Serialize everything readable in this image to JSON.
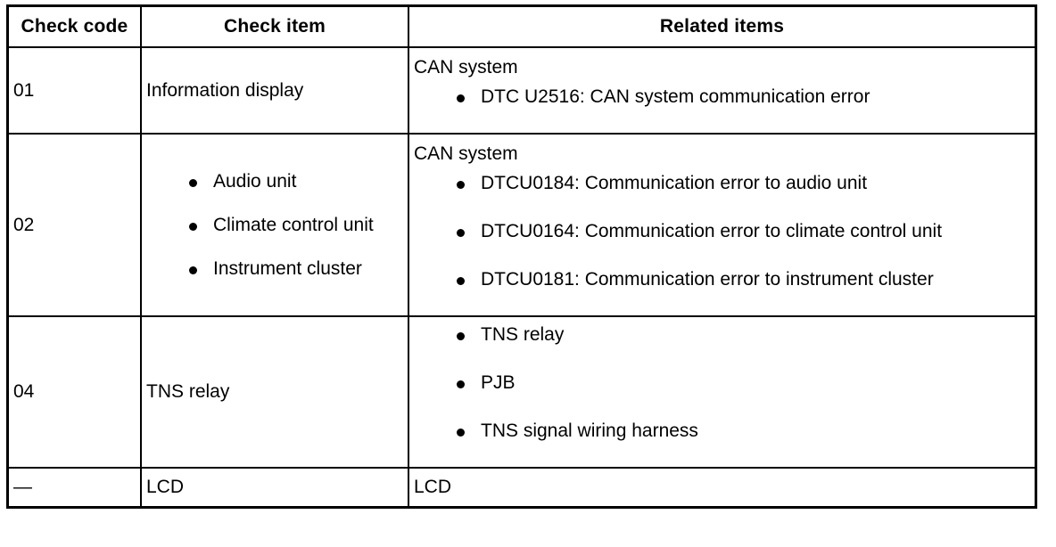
{
  "table": {
    "headers": {
      "check_code": "Check code",
      "check_item": "Check item",
      "related_items": "Related items"
    },
    "rows": [
      {
        "code": "01",
        "item_text": "Information display",
        "item_bullets": [],
        "related_lead": "CAN system",
        "related_bullets": [
          "DTC U2516: CAN system communication error"
        ]
      },
      {
        "code": "02",
        "item_text": "",
        "item_bullets": [
          "Audio unit",
          "Climate control unit",
          "Instrument cluster"
        ],
        "related_lead": "CAN system",
        "related_bullets": [
          "DTCU0184: Communication error to audio unit",
          "DTCU0164: Communication error to climate control unit",
          "DTCU0181: Communication error to instrument cluster"
        ]
      },
      {
        "code": "04",
        "item_text": "TNS relay",
        "item_bullets": [],
        "related_lead": "",
        "related_bullets": [
          "TNS relay",
          "PJB",
          "TNS signal wiring harness"
        ]
      },
      {
        "code": "—",
        "item_text": "LCD",
        "item_bullets": [],
        "related_lead": "LCD",
        "related_bullets": []
      }
    ]
  },
  "colors": {
    "border": "#000000",
    "text": "#000000",
    "background": "#ffffff"
  }
}
